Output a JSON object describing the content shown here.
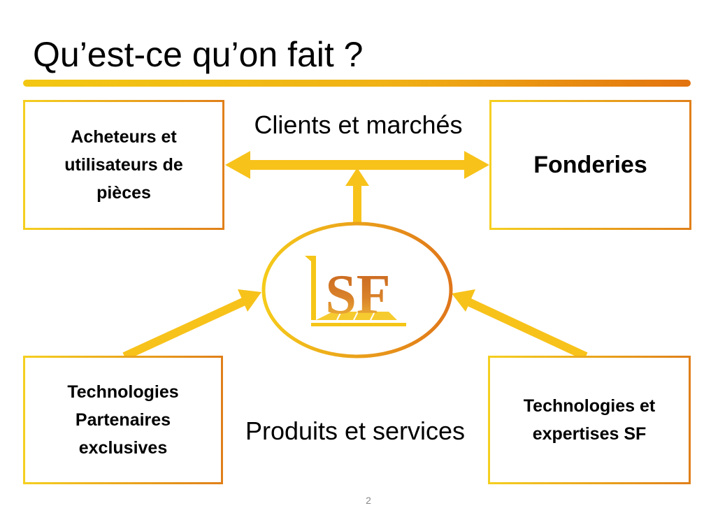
{
  "slide": {
    "title": "Qu’est-ce qu’on fait ?",
    "page_number": "2"
  },
  "boxes": {
    "top_left": [
      "Acheteurs et",
      "utilisateurs de",
      "pièces"
    ],
    "top_right": [
      "Fonderies"
    ],
    "bottom_left": [
      "Technologies",
      "Partenaires",
      "exclusives"
    ],
    "bottom_right": [
      "Technologies et",
      "expertises SF"
    ]
  },
  "labels": {
    "clients_markets": "Clients et marchés",
    "products_services": "Produits et services"
  },
  "logo": {
    "text": "SF",
    "colors": {
      "gold": "#f5c518",
      "orange": "#e07a1a",
      "brown": "#c2641e"
    }
  },
  "colors": {
    "arrow": "#f7c21a",
    "box_border_start": "#f5cf20",
    "box_border_end": "#e0801a"
  }
}
